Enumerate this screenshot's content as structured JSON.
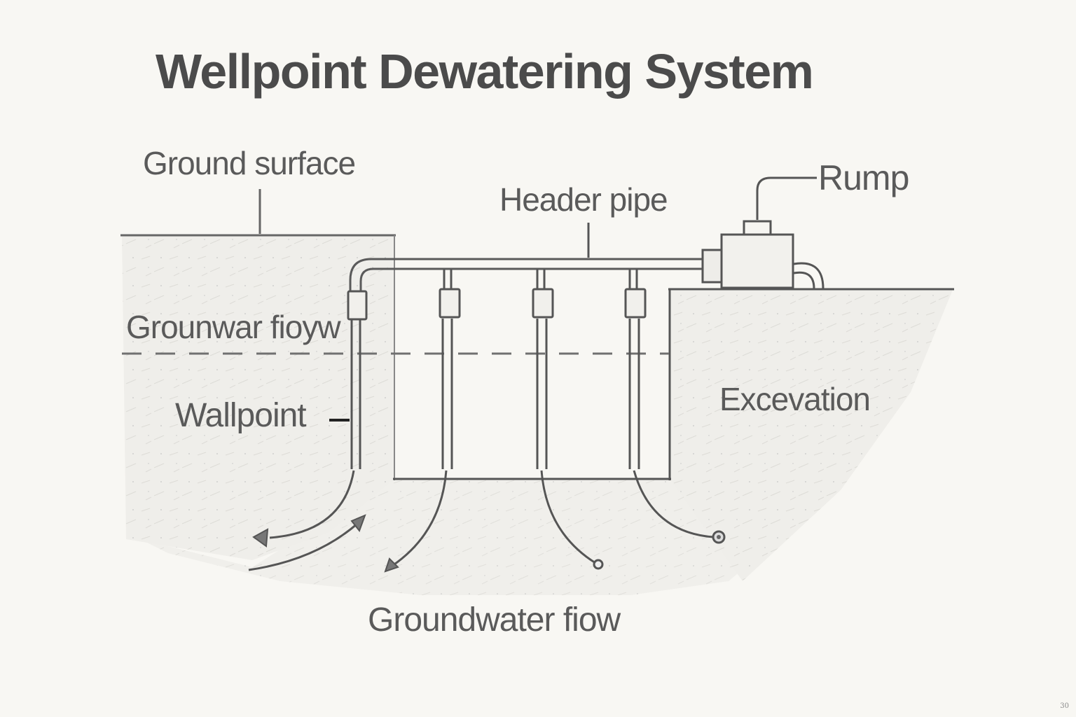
{
  "diagram": {
    "title": "Wellpoint Dewatering System",
    "labels": {
      "ground_surface": "Ground surface",
      "header_pipe": "Header pipe",
      "pump": "Rump",
      "groundwater_flow_left": "Grounwar fioyw",
      "wellpoint": "Wallpoint",
      "excavation": "Excevation",
      "groundwater_flow_bottom": "Groundwater fiow"
    },
    "components": {
      "wellpoint_count": 4,
      "water_table_style": "dashed",
      "flow_arrows": 5
    },
    "colors": {
      "line": "#555555",
      "background": "#f8f7f3",
      "soil_fill": "#ecebe7"
    },
    "page_number": "30"
  }
}
